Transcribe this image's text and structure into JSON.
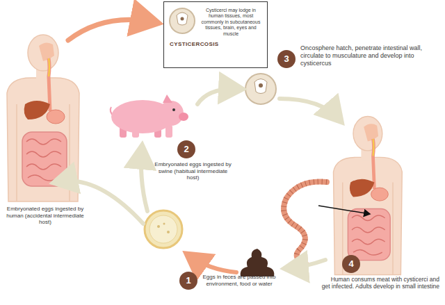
{
  "diagram": {
    "nodes": [
      {
        "text": [
          "Cysticerci may lodge in human tissues, most commonly in subcutaneous tissues, brain, eyes and muscle",
          "CYSTICERCOSIS"
        ]
      },
      {
        "text": [
          "1",
          "Eggs in feces are passed into environment, food or water"
        ]
      },
      {
        "text": [
          "2",
          "Embryonated eggs ingested by swine (habitual intermediate host)"
        ]
      },
      {
        "text": [
          "3",
          "Oncosphere hatch, penetrate intestinal wall, circulate to musculature and develop into cysticercus"
        ]
      },
      {
        "text": [
          "4",
          "Human consums meat with cysticerci and get infected. Adults develop in small intestine"
        ]
      }
    ],
    "labels": [
      "Embryonated eggs ingested by human (accidental intermediate host)"
    ]
  }
}
